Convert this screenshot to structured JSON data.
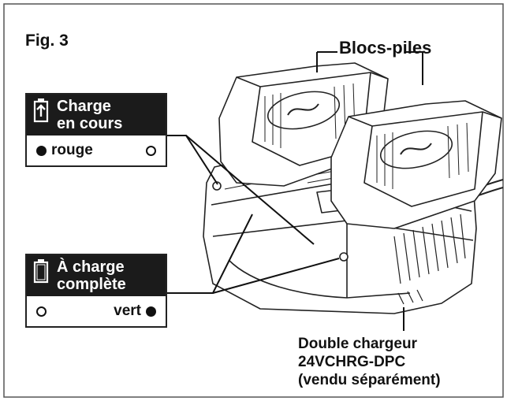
{
  "figure": {
    "label": "Fig. 3"
  },
  "battery_packs": {
    "label": "Blocs-piles"
  },
  "charging_panel": {
    "title_line1": "Charge",
    "title_line2": "en cours",
    "icon": "battery-charging-icon",
    "led_left_label": "rouge",
    "led_left_state": "on",
    "led_right_state": "off",
    "led_color_on": "#111111"
  },
  "full_panel": {
    "title_line1": "À charge",
    "title_line2": "complète",
    "icon": "battery-full-icon",
    "led_right_label": "vert",
    "led_left_state": "off",
    "led_right_state": "on"
  },
  "charger": {
    "line1": "Double chargeur",
    "line2": "24VCHRG-DPC",
    "line3": "(vendu séparément)"
  },
  "colors": {
    "panel_header": "#1b1b1b",
    "frame": "#555555"
  }
}
